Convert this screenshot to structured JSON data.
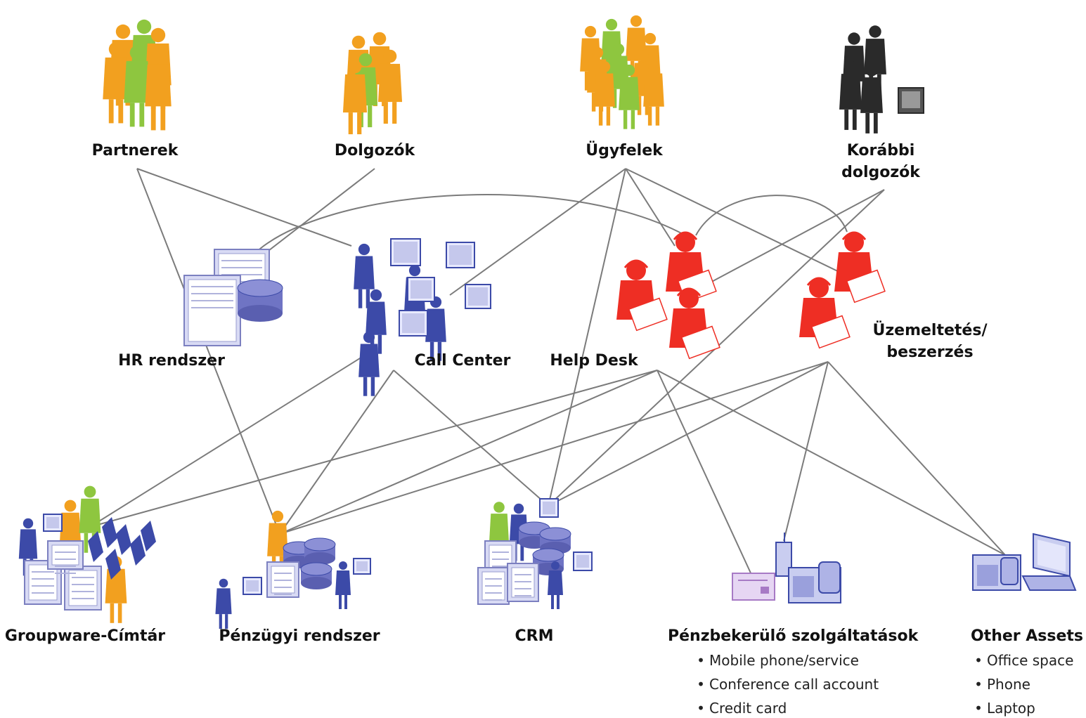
{
  "nodes": {
    "partnerek": {
      "label": "Partnerek"
    },
    "dolgozok": {
      "label": "Dolgozók"
    },
    "ugyfelek": {
      "label": "Ügyfelek"
    },
    "korabbi": {
      "line1": "Korábbi",
      "line2": "dolgozók"
    },
    "hr": {
      "label": "HR rendszer"
    },
    "callcenter": {
      "label": "Call Center"
    },
    "helpdesk": {
      "label": "Help Desk"
    },
    "uzemeltetes": {
      "line1": "Üzemeltetés/",
      "line2": "beszerzés"
    },
    "groupware": {
      "label": "Groupware-Címtár"
    },
    "penzugyi": {
      "label": "Pénzügyi rendszer"
    },
    "crm": {
      "label": "CRM"
    },
    "penzbekerulo": {
      "label": "Pénzbekerülő szolgáltatások",
      "items": [
        "Mobile phone/service",
        "Conference call account",
        "Credit card"
      ]
    },
    "other": {
      "label": "Other Assets",
      "items": [
        "Office space",
        "Phone",
        "Laptop"
      ]
    }
  },
  "colors": {
    "orange": "#f2a01f",
    "green": "#8ec63f",
    "black": "#2a2a2a",
    "red": "#ee2e24",
    "blue": "#3c4aa8",
    "lavender": "#c5c8ec",
    "purple": "#a77ac5",
    "line": "#7b7b7b"
  },
  "icons": {
    "partnerek": "people-group-icon",
    "dolgozok": "people-group-icon",
    "ugyfelek": "people-crowd-icon",
    "korabbi": "former-employees-icon",
    "hr": "hr-system-icon",
    "callcenter": "call-center-icon",
    "helpdesk": "help-desk-agents-icon",
    "uzemeltetes": "operations-agents-icon",
    "groupware": "groupware-icon",
    "penzugyi": "finance-system-icon",
    "crm": "crm-icon",
    "penzbekerulo": "phone-card-icon",
    "other": "laptop-phone-icon"
  }
}
